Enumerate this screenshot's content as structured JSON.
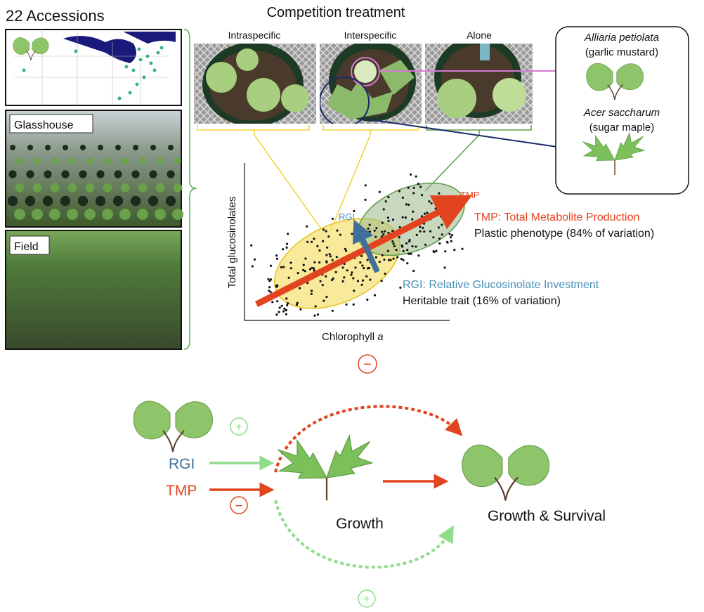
{
  "left": {
    "title": "22 Accessions",
    "panels": [
      "Glasshouse",
      "Field"
    ]
  },
  "competition": {
    "title": "Competition treatment",
    "treatments": [
      "Intraspecific",
      "Interspecific",
      "Alone"
    ]
  },
  "species": {
    "sp1_name": "Alliaria petiolata",
    "sp1_common": "(garlic mustard)",
    "sp2_name": "Acer saccharum",
    "sp2_common": "(sugar maple)"
  },
  "plot": {
    "ylabel": "Total glucosinolates",
    "xlabel": "Chlorophyll ",
    "xlabel_italic": "a",
    "tmp_short": "TMP",
    "rgi_short": "RGI",
    "tmp_long": "TMP: Total Metabolite Production",
    "tmp_desc": "Plastic phenotype (84% of variation)",
    "rgi_long": "RGI: Relative Glucosinolate Investment",
    "rgi_desc": "Heritable trait (16% of variation)"
  },
  "bottom": {
    "rgi": "RGI",
    "tmp": "TMP",
    "growth": "Growth",
    "growth_survival": "Growth & Survival",
    "minus": "−",
    "plus": "+"
  },
  "colors": {
    "red": "#e2441f",
    "blue": "#4a90b8",
    "green": "#8fdc8a",
    "yellow": "#f2d230",
    "darkgreen": "#5a9a4a"
  }
}
